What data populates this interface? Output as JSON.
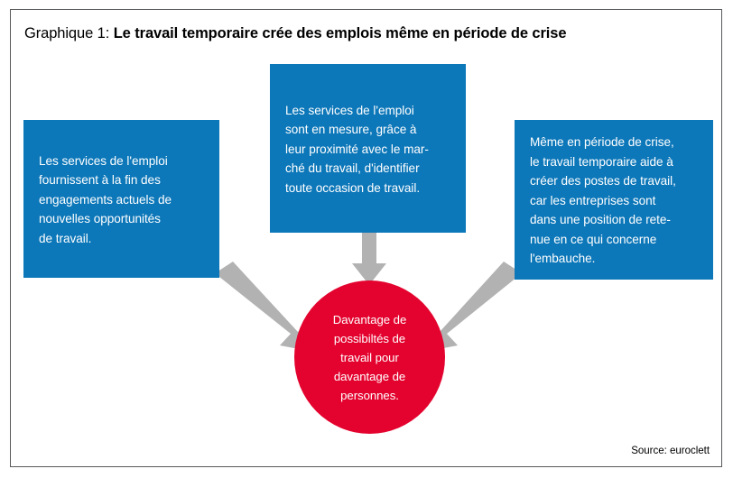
{
  "title": {
    "prefix": "Graphique 1: ",
    "main": "Le travail temporaire crée des emplois même en période de crise"
  },
  "colors": {
    "box_blue": "#0c77b9",
    "circle_red": "#e4032e",
    "arrow_gray": "#b2b2b2",
    "frame_gray": "#58595b",
    "text_white": "#ffffff",
    "text_black": "#000000",
    "background": "#ffffff"
  },
  "boxes": [
    {
      "id": "box-left",
      "text": "Les services de l'emploi\nfournissent à la fin des\nengagements actuels de\nnouvelles opportunités\nde travail."
    },
    {
      "id": "box-middle",
      "text": "Les services de l'emploi\nsont en mesure, grâce à\nleur proximité avec le mar-\nché du travail, d'identifier\ntoute occasion de travail."
    },
    {
      "id": "box-right",
      "text": "Même en période de crise,\nle travail temporaire aide à\ncréer des postes de travail,\ncar les entreprises sont\ndans une position de rete-\nnue en ce qui concerne\nl'embauche."
    }
  ],
  "outcome": {
    "text": "Davantage de\npossibiltés de\ntravail pour\ndavantage de\npersonnes."
  },
  "arrows": [
    {
      "id": "arrow-left-to-circle",
      "from": "box-left",
      "to": "outcome-circle",
      "direction": "down-right"
    },
    {
      "id": "arrow-middle-to-circle",
      "from": "box-middle",
      "to": "outcome-circle",
      "direction": "down"
    },
    {
      "id": "arrow-right-to-circle",
      "from": "box-right",
      "to": "outcome-circle",
      "direction": "down-left"
    }
  ],
  "source": {
    "label": "Source: euroclett"
  },
  "chart_data": {
    "type": "diagram",
    "title": "Graphique 1: Le travail temporaire crée des emplois même en période de crise",
    "nodes": [
      {
        "role": "cause",
        "shape": "rectangle",
        "color": "#0c77b9",
        "label": "Les services de l'emploi fournissent à la fin des engagements actuels de nouvelles opportunités de travail."
      },
      {
        "role": "cause",
        "shape": "rectangle",
        "color": "#0c77b9",
        "label": "Les services de l'emploi sont en mesure, grâce à leur proximité avec le marché du travail, d'identifier toute occasion de travail."
      },
      {
        "role": "cause",
        "shape": "rectangle",
        "color": "#0c77b9",
        "label": "Même en période de crise, le travail temporaire aide à créer des postes de travail, car les entreprises sont dans une position de retenue en ce qui concerne l'embauche."
      },
      {
        "role": "effect",
        "shape": "circle",
        "color": "#e4032e",
        "label": "Davantage de possibiltés de travail pour davantage de personnes."
      }
    ],
    "edges": [
      {
        "from": 0,
        "to": 3
      },
      {
        "from": 1,
        "to": 3
      },
      {
        "from": 2,
        "to": 3
      }
    ],
    "source": "Source: euroclett"
  }
}
